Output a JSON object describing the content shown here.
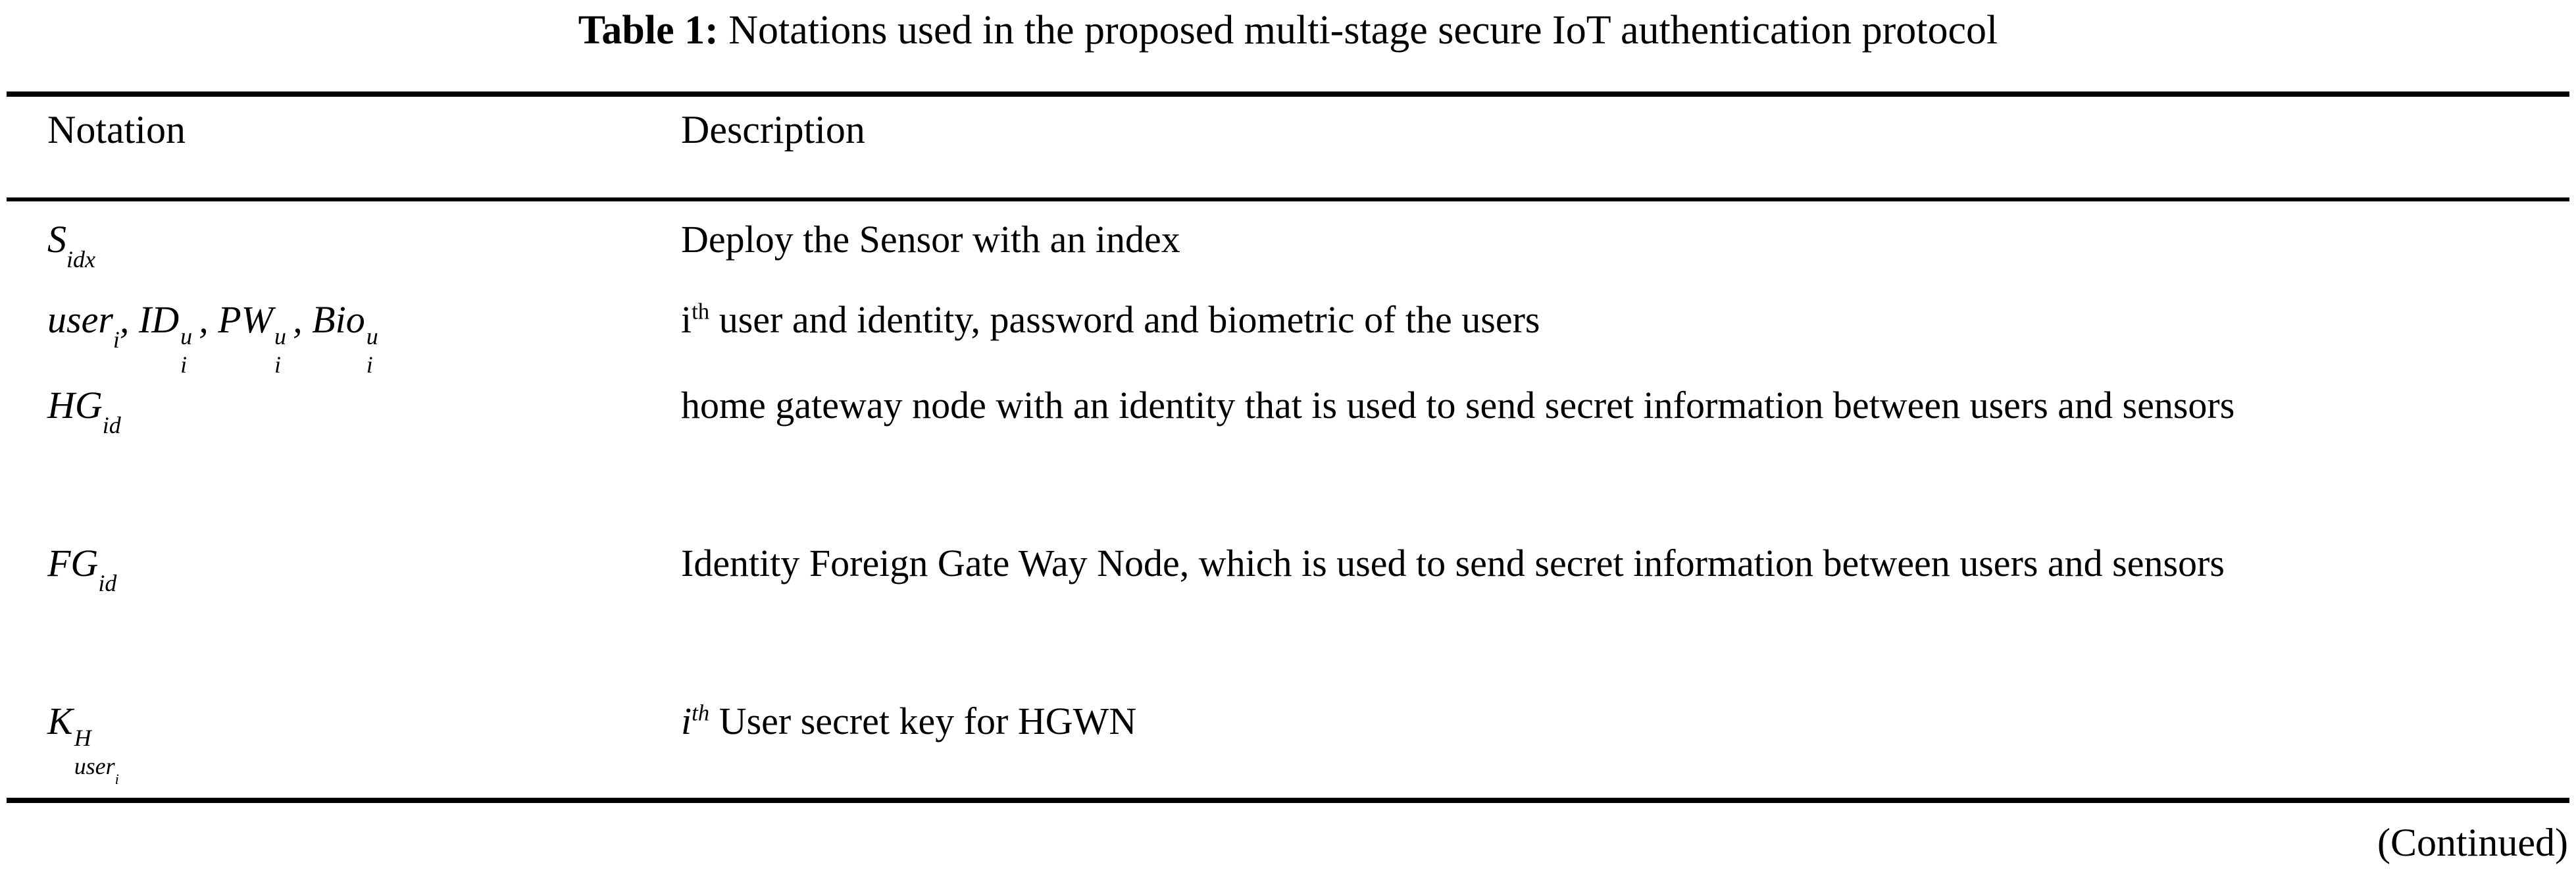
{
  "caption": {
    "label": "Table 1:",
    "text": "Notations used in the proposed multi-stage secure IoT authentication protocol"
  },
  "table": {
    "columns": [
      {
        "key": "notation",
        "header": "Notation"
      },
      {
        "key": "description",
        "header": "Description"
      }
    ],
    "rows": [
      {
        "notation_plain": "S_idx",
        "notation_base": "S",
        "notation_sub": "idx",
        "description": "Deploy the Sensor with an index"
      },
      {
        "notation_plain": "user_i, ID_i^u, PW_i^u, Bio_i^u",
        "parts": [
          {
            "base": "user",
            "sub": "i"
          },
          {
            "sep": ", "
          },
          {
            "base": "ID",
            "sub": "i",
            "sup": "u"
          },
          {
            "sep": ", "
          },
          {
            "base": "PW",
            "sub": "i",
            "sup": "u"
          },
          {
            "sep": ", "
          },
          {
            "base": "Bio",
            "sub": "i",
            "sup": "u"
          }
        ],
        "description_ordinal": "i",
        "description_ordinal_suffix": "th",
        "description": " user and identity, password and biometric of the users"
      },
      {
        "notation_plain": "HG_id",
        "notation_base": "HG",
        "notation_sub": "id",
        "description": "home gateway node with an identity that is used to send secret information between users and sensors"
      },
      {
        "notation_plain": "FG_id",
        "notation_base": "FG",
        "notation_sub": "id",
        "description": "Identity Foreign Gate Way Node, which is used to send secret information between users and sensors"
      },
      {
        "notation_plain": "K_user_i^H",
        "notation_base": "K",
        "notation_sub": "user",
        "notation_sub_sub": "i",
        "notation_sup": "H",
        "description_ordinal": "i",
        "description_ordinal_suffix": "th",
        "description": " User secret key for HGWN"
      }
    ]
  },
  "footer": {
    "continued": "(Continued)"
  },
  "colors": {
    "text": "#000000",
    "background": "#ffffff",
    "rule": "#000000"
  }
}
